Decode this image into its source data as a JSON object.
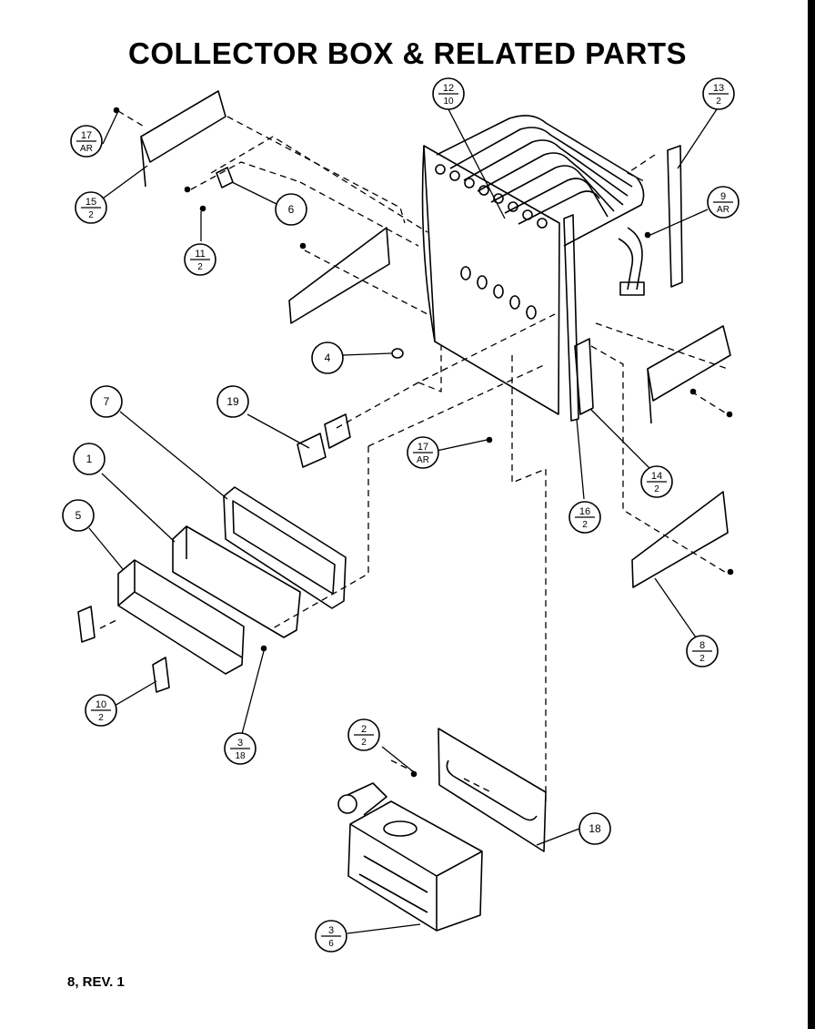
{
  "title": "COLLECTOR BOX & RELATED PARTS",
  "footer": "8, REV. 1",
  "callouts": [
    {
      "id": "c-17ar-top",
      "top": "17",
      "bottom": "AR"
    },
    {
      "id": "c-15-2",
      "top": "15",
      "bottom": "2"
    },
    {
      "id": "c-6",
      "top": "6",
      "bottom": ""
    },
    {
      "id": "c-11-2",
      "top": "11",
      "bottom": "2"
    },
    {
      "id": "c-12-10",
      "top": "12",
      "bottom": "10"
    },
    {
      "id": "c-13-2",
      "top": "13",
      "bottom": "2"
    },
    {
      "id": "c-9-ar",
      "top": "9",
      "bottom": "AR"
    },
    {
      "id": "c-4",
      "top": "4",
      "bottom": ""
    },
    {
      "id": "c-19",
      "top": "19",
      "bottom": ""
    },
    {
      "id": "c-7",
      "top": "7",
      "bottom": ""
    },
    {
      "id": "c-1",
      "top": "1",
      "bottom": ""
    },
    {
      "id": "c-5",
      "top": "5",
      "bottom": ""
    },
    {
      "id": "c-17ar-mid",
      "top": "17",
      "bottom": "AR"
    },
    {
      "id": "c-14-2",
      "top": "14",
      "bottom": "2"
    },
    {
      "id": "c-16-2",
      "top": "16",
      "bottom": "2"
    },
    {
      "id": "c-8-2",
      "top": "8",
      "bottom": "2"
    },
    {
      "id": "c-10-2",
      "top": "10",
      "bottom": "2"
    },
    {
      "id": "c-3-18",
      "top": "3",
      "bottom": "18"
    },
    {
      "id": "c-2-2",
      "top": "2",
      "bottom": "2"
    },
    {
      "id": "c-18",
      "top": "18",
      "bottom": ""
    },
    {
      "id": "c-3-6",
      "top": "3",
      "bottom": "6"
    }
  ]
}
